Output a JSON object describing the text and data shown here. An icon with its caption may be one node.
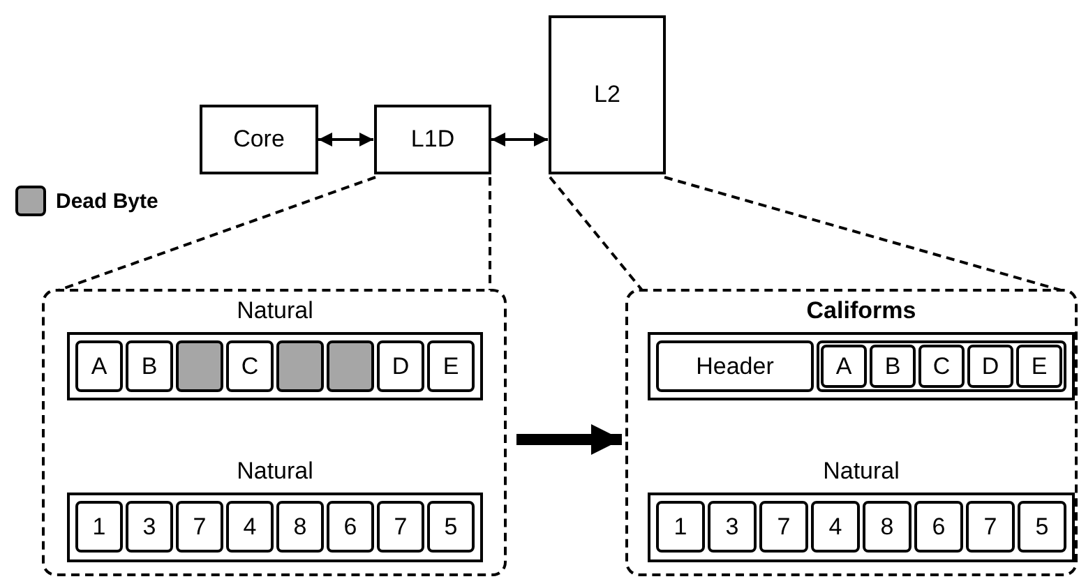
{
  "diagram": {
    "nodes": [
      {
        "text": [
          "Core"
        ]
      },
      {
        "text": [
          "L1D"
        ]
      },
      {
        "text": [
          "L2"
        ]
      },
      {
        "text": [],
        "shape": "box"
      },
      {
        "text": [
          "Natural"
        ],
        "in": 3
      },
      {
        "text": [
          "A"
        ],
        "in": 4
      },
      {
        "text": [
          "B"
        ],
        "in": 4
      },
      {
        "text": [],
        "shape": "box",
        "in": 4
      },
      {
        "text": [
          "C"
        ],
        "in": 4
      },
      {
        "text": [],
        "shape": "box",
        "in": 4
      },
      {
        "text": [],
        "shape": "box",
        "in": 4
      },
      {
        "text": [
          "D"
        ],
        "in": 4
      },
      {
        "text": [
          "E"
        ],
        "in": 4
      },
      {
        "text": [
          "Natural"
        ],
        "in": 3
      },
      {
        "text": [
          "1"
        ],
        "in": 13
      },
      {
        "text": [
          "3"
        ],
        "in": 13
      },
      {
        "text": [
          "7"
        ],
        "in": 13
      },
      {
        "text": [
          "4"
        ],
        "in": 13
      },
      {
        "text": [
          "8"
        ],
        "in": 13
      },
      {
        "text": [
          "6"
        ],
        "in": 13
      },
      {
        "text": [
          "7"
        ],
        "in": 13
      },
      {
        "text": [
          "5"
        ],
        "in": 13
      },
      {
        "text": [],
        "shape": "box"
      },
      {
        "text": [
          "Califorms"
        ],
        "in": 22
      },
      {
        "text": [
          "Header"
        ],
        "in": 23
      },
      {
        "text": [],
        "shape": "box",
        "in": 23
      },
      {
        "text": [
          "A"
        ],
        "in": 25
      },
      {
        "text": [
          "B"
        ],
        "in": 25
      },
      {
        "text": [
          "C"
        ],
        "in": 25
      },
      {
        "text": [
          "D"
        ],
        "in": 25
      },
      {
        "text": [
          "E"
        ],
        "in": 25
      },
      {
        "text": [
          "Natural"
        ],
        "in": 22
      },
      {
        "text": [
          "1"
        ],
        "in": 31
      },
      {
        "text": [
          "3"
        ],
        "in": 31
      },
      {
        "text": [
          "7"
        ],
        "in": 31
      },
      {
        "text": [
          "4"
        ],
        "in": 31
      },
      {
        "text": [
          "8"
        ],
        "in": 31
      },
      {
        "text": [
          "6"
        ],
        "in": 31
      },
      {
        "text": [
          "7"
        ],
        "in": 31
      },
      {
        "text": [
          "5"
        ],
        "in": 31
      }
    ],
    "edges": [
      {
        "from": 0,
        "to": 1,
        "arrow": "both"
      },
      {
        "from": 1,
        "to": 2,
        "arrow": "both"
      },
      {
        "from": 1,
        "to": 3,
        "arrow": "none",
        "style": "dashed"
      },
      {
        "from": 1,
        "to": 3,
        "arrow": "none",
        "style": "dashed"
      },
      {
        "from": 2,
        "to": 22,
        "arrow": "none",
        "style": "dashed"
      },
      {
        "from": 2,
        "to": 22,
        "arrow": "none",
        "style": "dashed"
      },
      {
        "from": 3,
        "to": 22,
        "arrow": "to",
        "style": "thick"
      }
    ],
    "legend": [
      {
        "text": "Dead Byte",
        "color": "#a6a6a6"
      }
    ]
  }
}
